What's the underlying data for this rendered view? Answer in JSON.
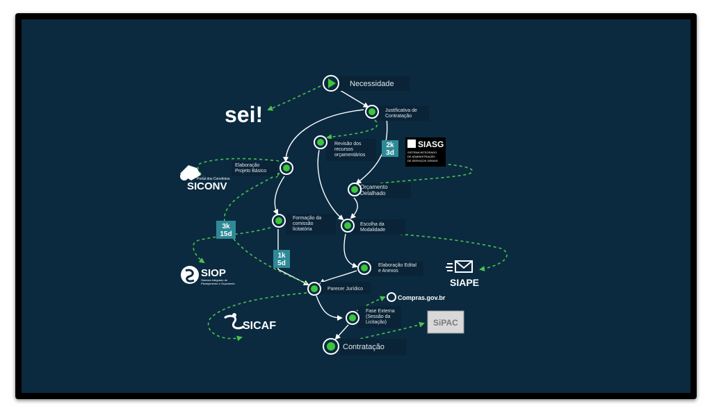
{
  "nodes": {
    "necessidade": "Necessidade",
    "justificativa": [
      "Justificativa de",
      "Contratação"
    ],
    "revisao": [
      "Revisão dos",
      "recursos",
      "orçamentários"
    ],
    "elaboracao_projeto": [
      "Elaboração",
      "Projeto Básico"
    ],
    "orcamento": [
      "Orçamento",
      "Detalhado"
    ],
    "formacao": [
      "Formação da",
      "comissão",
      "licitatória"
    ],
    "escolha": [
      "Escolha da",
      "Modalidade"
    ],
    "elaboracao_edital": [
      "Elaboração Edital",
      "e Anexos"
    ],
    "parecer": "Parecer Jurídico",
    "fase_externa": [
      "Fase Externa",
      "(Sessão da",
      "Licitação)"
    ],
    "contratacao": "Contratação"
  },
  "badges": {
    "b1": [
      "2k",
      "3d"
    ],
    "b2": [
      "3k",
      "15d"
    ],
    "b3": [
      "1k",
      "5d"
    ]
  },
  "logos": {
    "sei": "sei!",
    "siasg": "SIASG",
    "siasg_sub": [
      "SISTEMA INTEGRADO",
      "DE ADMINISTRAÇÃO",
      "DE SERVIÇOS GERAIS"
    ],
    "siconv_top": "Portal dos Convênios",
    "siconv": "SICONV",
    "siop": "SIOP",
    "siop_sub": [
      "Sistema Integrado de",
      "Planejamento e Orçamento"
    ],
    "siape": "SIAPE",
    "compras": "Compras.gov.br",
    "sicaf": "SICAF",
    "sipac": "SiPAC"
  },
  "colors": {
    "background": "#0b2a40",
    "node_green": "#3cc63c",
    "arrow_green": "#4cc44c",
    "badge": "#2f8a97"
  }
}
